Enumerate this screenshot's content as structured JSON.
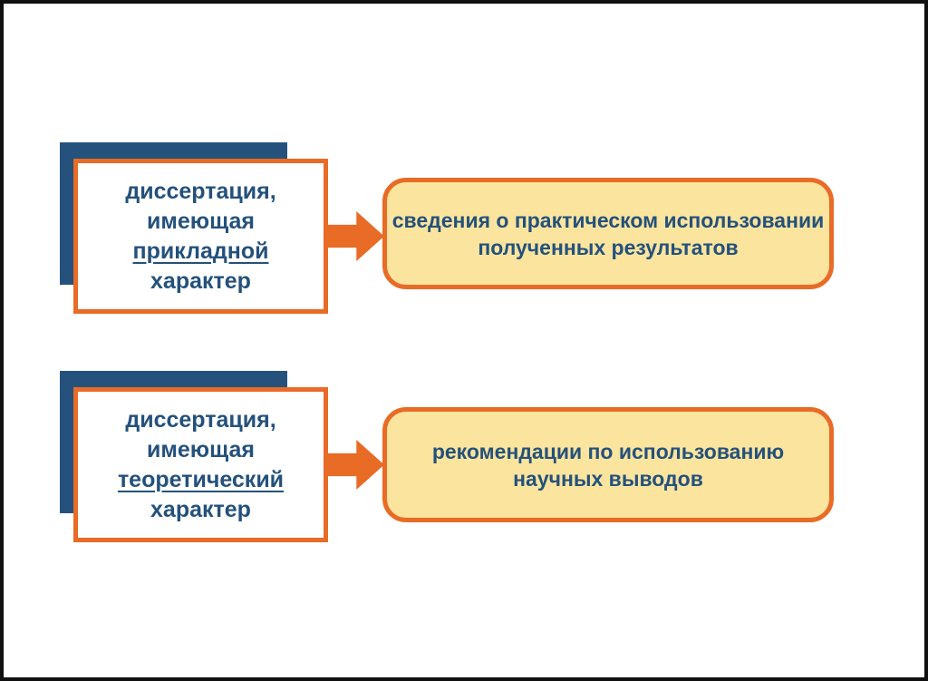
{
  "colors": {
    "accent_orange": "#E86B26",
    "shadow_blue": "#25527D",
    "text_blue": "#24517C",
    "fill_yellow": "#FBE49E",
    "frame_black": "#101010"
  },
  "rows": [
    {
      "source": {
        "line1": "диссертация,",
        "line2": "имеющая",
        "line3": "прикладной",
        "line4": "характер"
      },
      "result": {
        "line1": "сведения о практическом использовании",
        "line2": "полученных результатов"
      }
    },
    {
      "source": {
        "line1": "диссертация,",
        "line2": "имеющая",
        "line3": "теоретический",
        "line4": "характер"
      },
      "result": {
        "line1": "рекомендации по использованию",
        "line2": "научных выводов"
      }
    }
  ]
}
